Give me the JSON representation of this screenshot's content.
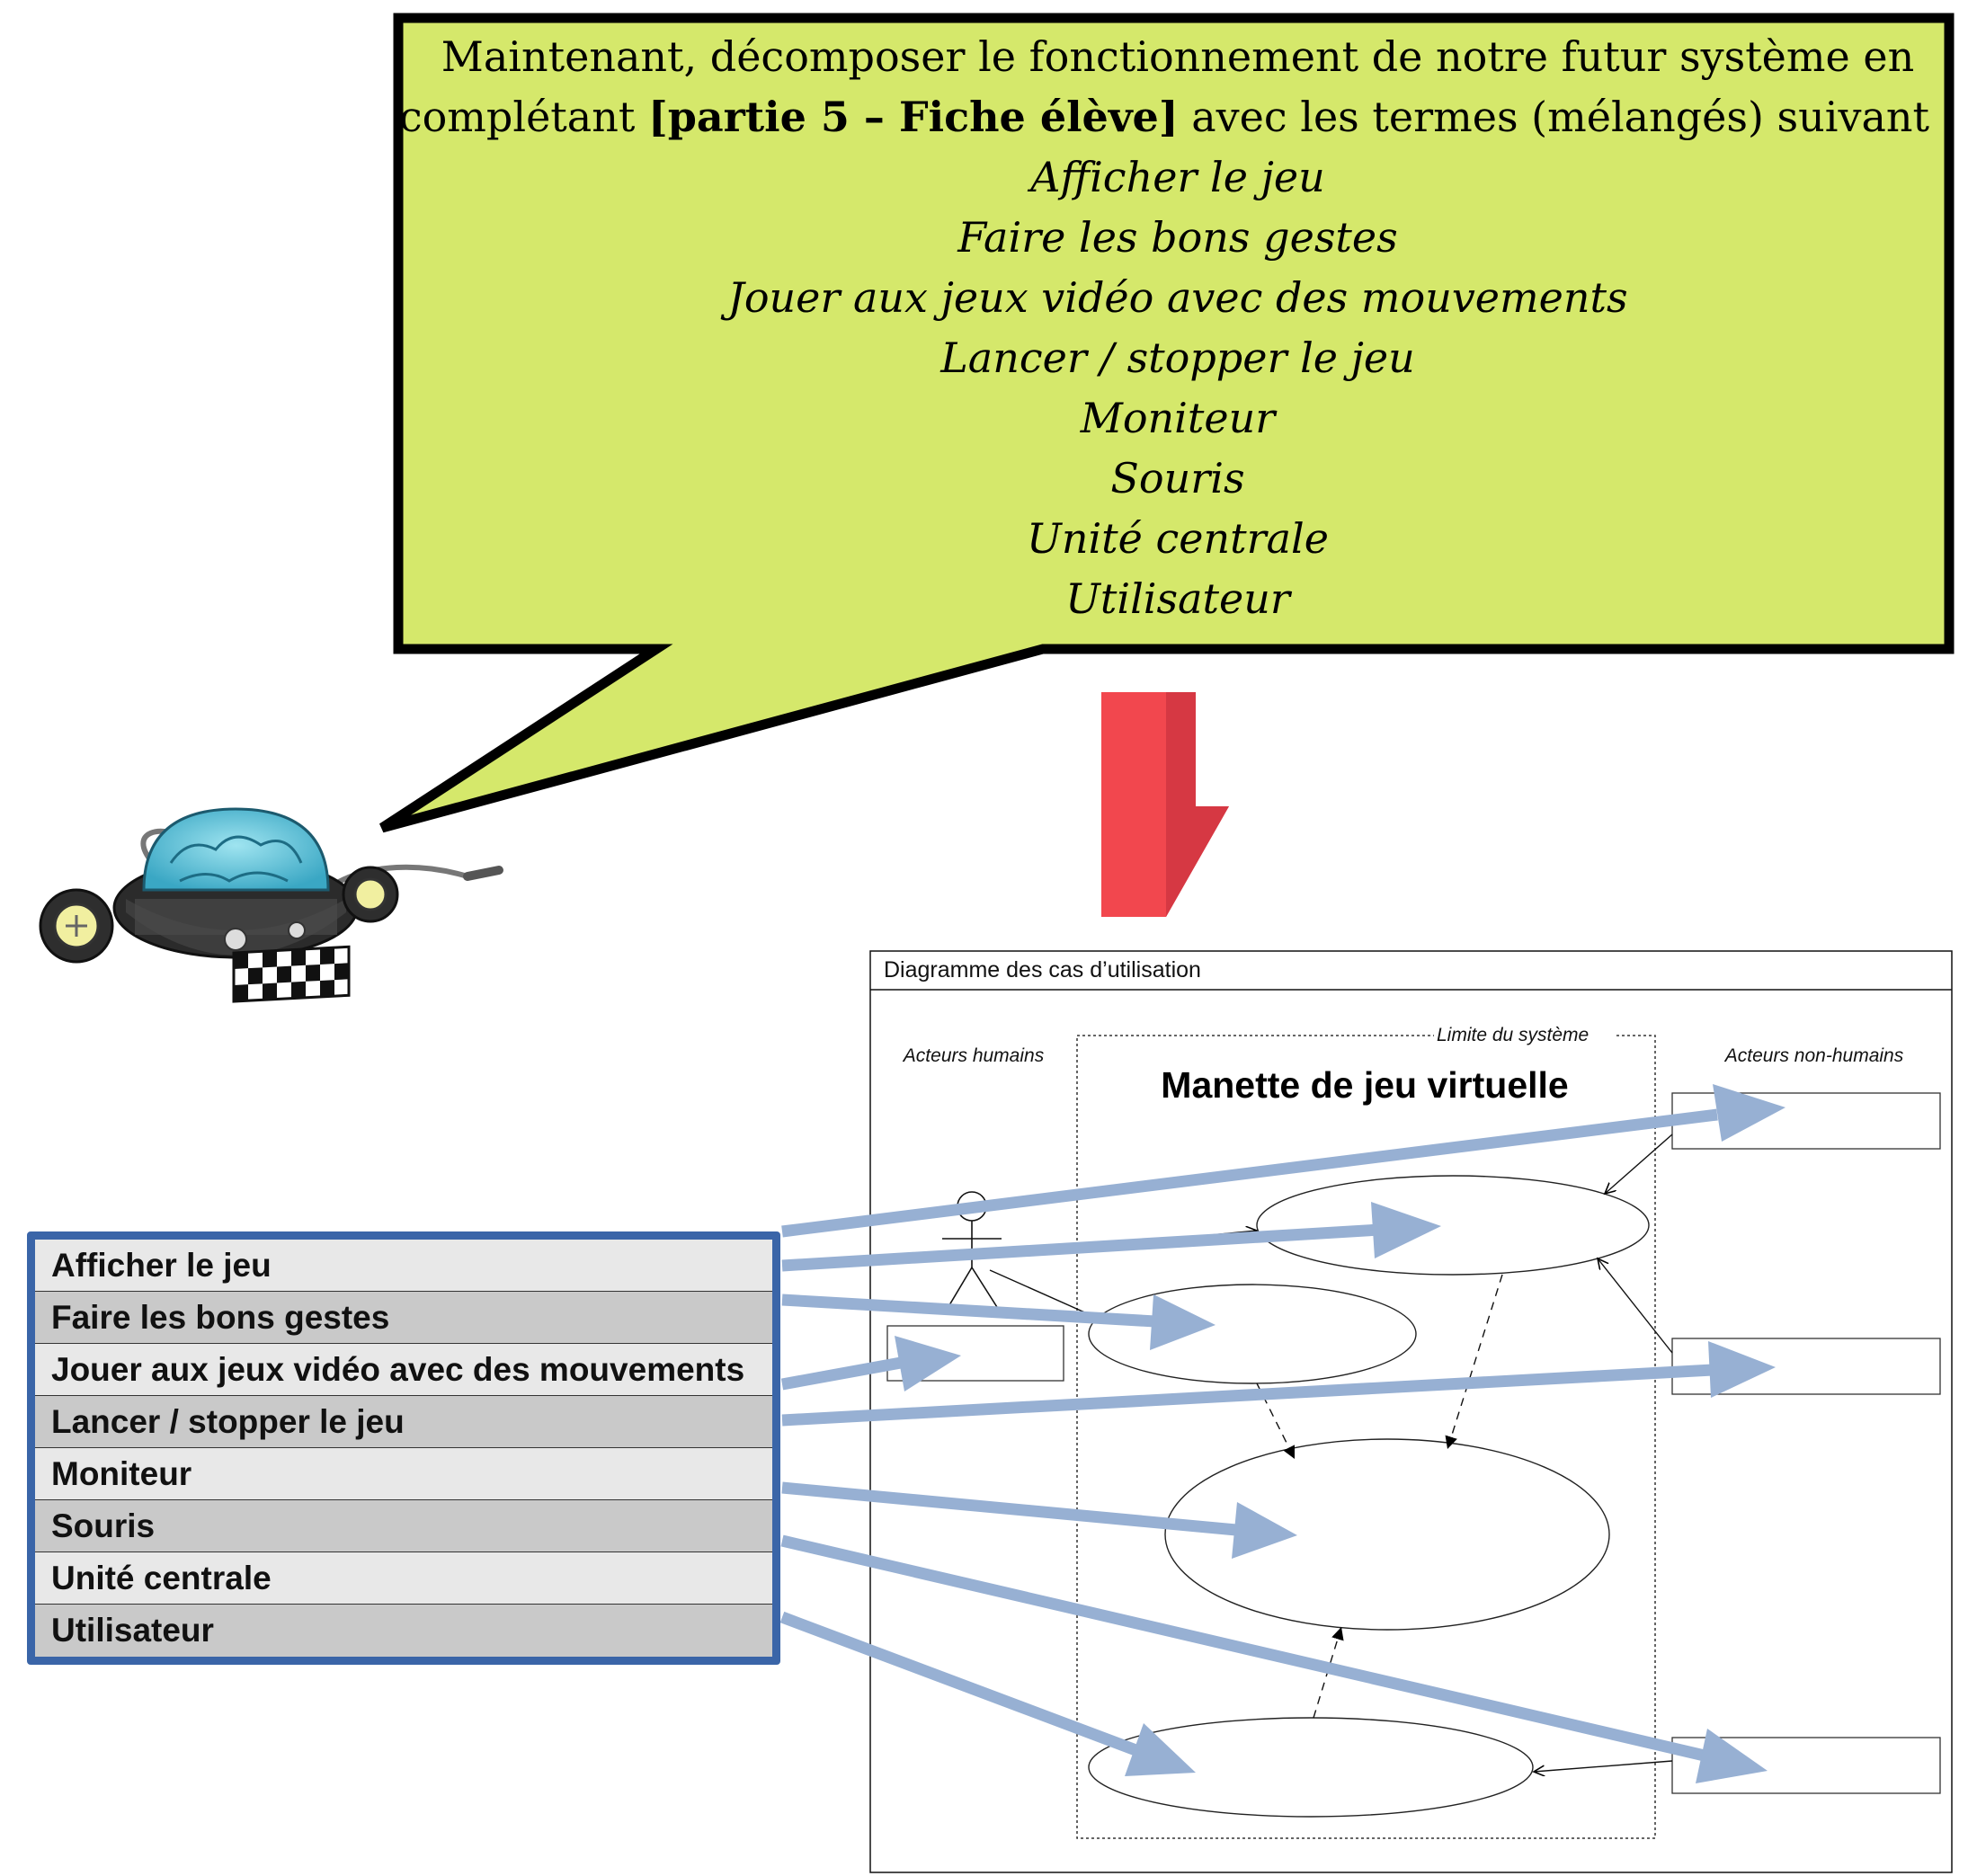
{
  "bubble": {
    "line1": "Maintenant, décomposer le fonctionnement de notre futur système en",
    "line2_before": "complétant ",
    "line2_bold": "[partie 5 – Fiche élève]",
    "line2_after": " avec les termes (mélangés) suivant :",
    "terms": [
      "Afficher le jeu",
      "Faire les bons gestes",
      "Jouer aux jeux vidéo avec des mouvements",
      "Lancer / stopper le jeu",
      "Moniteur",
      "Souris",
      "Unité centrale",
      "Utilisateur"
    ]
  },
  "term_list": [
    "Afficher le jeu",
    "Faire les bons gestes",
    "Jouer aux jeux vidéo avec des mouvements",
    "Lancer / stopper le jeu",
    "Moniteur",
    "Souris",
    "Unité centrale",
    "Utilisateur"
  ],
  "diagram": {
    "frame_title": "Diagramme des cas d’utilisation",
    "boundary_label": "Limite du système",
    "system_name": "Manette de jeu virtuelle",
    "human_actors_label": "Acteurs humains",
    "nonhuman_actors_label": "Acteurs non-humains"
  },
  "colors": {
    "bubble_fill": "#d5e86b",
    "arrow_red": "#e8404a",
    "list_border": "#3a65a8",
    "link_arrows": "#97b0d3"
  }
}
